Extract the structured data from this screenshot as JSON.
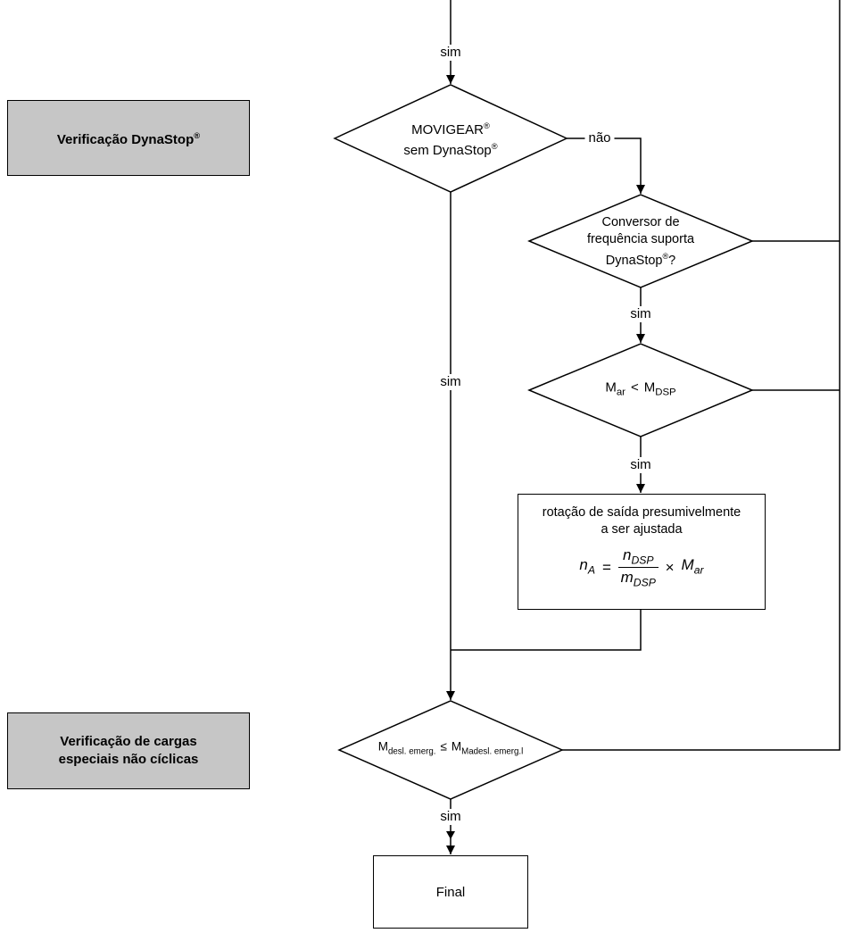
{
  "colors": {
    "background": "#ffffff",
    "line": "#000000",
    "sideband_gray": "#c6c6c6"
  },
  "edge_labels": {
    "sim_top": "sim",
    "nao": "não",
    "sim_conversor": "sim",
    "sim_mar": "sim",
    "sim_trunk": "sim",
    "sim_bottom": "sim"
  },
  "side_boxes": {
    "dynastop": {
      "text": "Verificação DynaStop",
      "sup": "®"
    },
    "cargas": {
      "line1": "Verificação de cargas",
      "line2": "especiais não cíclicas"
    }
  },
  "movigear": {
    "line1_base": "MOVIGEAR",
    "line1_sup": "®",
    "line2_base": "sem DynaStop",
    "line2_sup": "®"
  },
  "conversor": {
    "line1": "Conversor de",
    "line2": "frequência suporta",
    "line3_base": "DynaStop",
    "line3_sup": "®",
    "line3_end": "?"
  },
  "mar_check": {
    "base1": "M",
    "sub1": "ar",
    "op": "<",
    "base2": "M",
    "sub2": "DSP"
  },
  "rotacao": {
    "line1": "rotação de saída presumivelmente",
    "line2": "a ser ajustada",
    "f_lhs": "n",
    "f_lhs_sub": "A",
    "f_eq": "=",
    "f_num": "n",
    "f_num_sub": "DSP",
    "f_den": "m",
    "f_den_sub": "DSP",
    "f_times": "×",
    "f_rhs": "M",
    "f_rhs_sub": "ar"
  },
  "mdesl_check": {
    "base1": "M",
    "sub1": "desl. emerg.",
    "op": "≤",
    "base2": "M",
    "sub2": "Madesl. emerg.l"
  },
  "final": {
    "label": "Final"
  }
}
